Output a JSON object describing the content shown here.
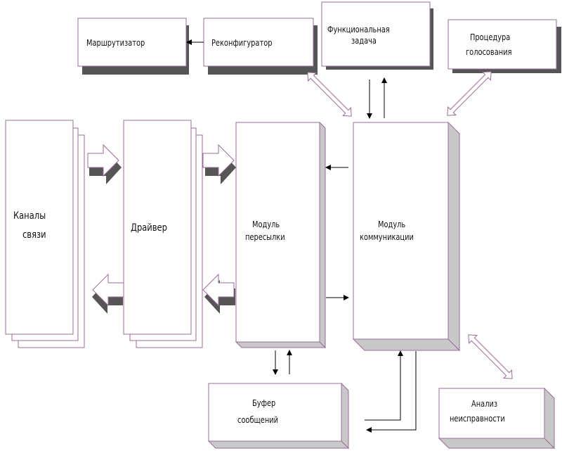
{
  "blocks": {
    "router": "Маршрутизатор",
    "reconfigurator": "Реконфигуратор",
    "functional_task": {
      "line1": "Функциональная",
      "line2": "задача"
    },
    "voting_procedure": {
      "line1": "Процедура",
      "line2": "голосования"
    },
    "channels": {
      "line1": "Каналы",
      "line2": "связи"
    },
    "driver": "Драйвер",
    "forwarding_module": {
      "line1": "Модуль",
      "line2": "пересылки"
    },
    "communication_module": {
      "line1": "Модуль",
      "line2": "коммуникации"
    },
    "message_buffer": {
      "line1": "Буфер",
      "line2": "сообщений"
    },
    "fault_analysis": {
      "line1": "Анализ",
      "line2": "неисправности"
    }
  },
  "colors": {
    "outline": "#9a6d9a",
    "shadow": "#555555",
    "face": "#ffffff",
    "arrow": "#000000"
  }
}
